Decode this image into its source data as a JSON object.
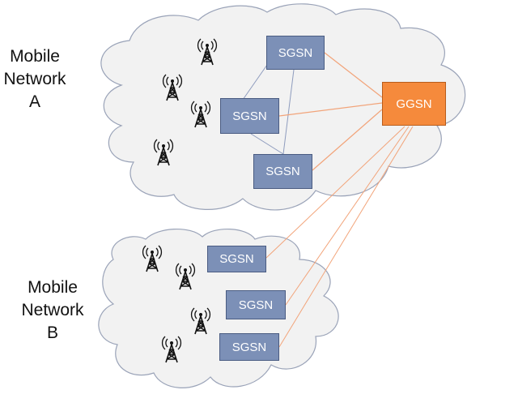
{
  "network_a": {
    "label_line1": "Mobile",
    "label_line2": "Network",
    "label_line3": "A"
  },
  "network_b": {
    "label_line1": "Mobile",
    "label_line2": "Network",
    "label_line3": "B"
  },
  "nodes": {
    "a_sgsn_top": "SGSN",
    "a_sgsn_mid": "SGSN",
    "a_sgsn_bottom": "SGSN",
    "ggsn": "GGSN",
    "b_sgsn_1": "SGSN",
    "b_sgsn_2": "SGSN",
    "b_sgsn_3": "SGSN"
  },
  "colors": {
    "cloud_fill": "#f2f2f2",
    "cloud_stroke": "#9aa3b8",
    "sgsn_fill": "#7c90b7",
    "ggsn_fill": "#f58a3c",
    "link_orange": "#f2a47a",
    "link_blue": "#8d9bbd"
  },
  "icons": [
    "antenna-tower-icon"
  ]
}
